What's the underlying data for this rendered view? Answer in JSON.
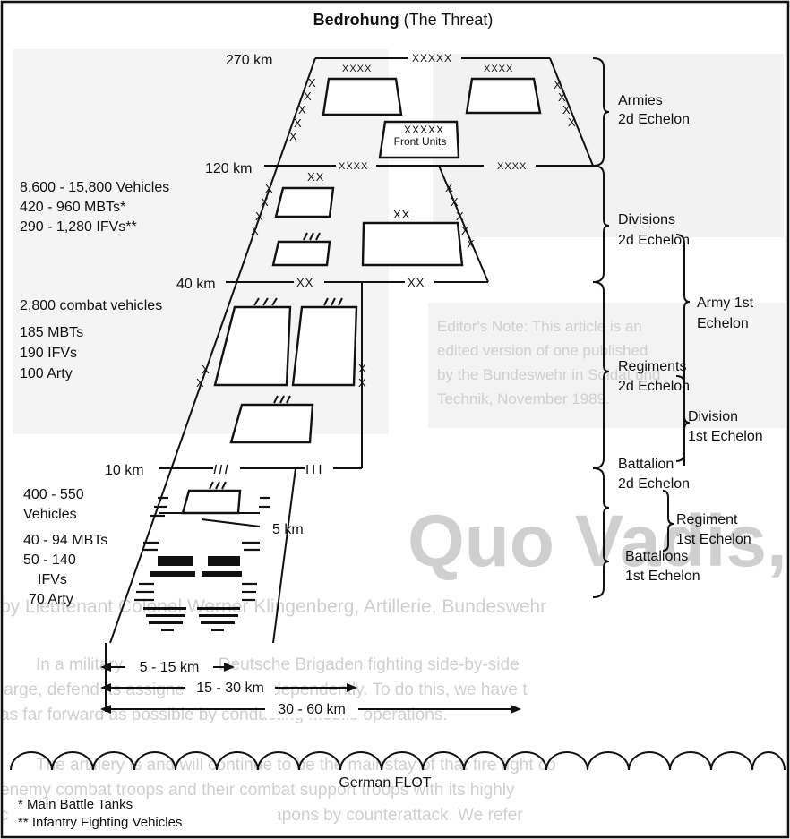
{
  "title_bold": "Bedrohung",
  "title_rest": " (The Threat)",
  "distances": {
    "d270": "270 km",
    "d120": "120 km",
    "d40": "40 km",
    "d10": "10 km",
    "d5": "5 km"
  },
  "echelon_marks": {
    "x4": "XXXX",
    "x5": "XXXXX",
    "x2": "XX",
    "x1": "X",
    "bars3": "III"
  },
  "front_units": "Front Units",
  "stats_group1": [
    "8,600 - 15,800 Vehicles",
    "420 - 960 MBTs*",
    "290 - 1,280 IFVs**"
  ],
  "stats_group2": [
    "2,800 combat vehicles",
    "185 MBTs",
    "190 IFVs",
    "100 Arty"
  ],
  "stats_group3": [
    "400 - 550",
    "Vehicles",
    "40 - 94 MBTs",
    "50 - 140",
    "IFVs",
    "70 Arty"
  ],
  "bracket_labels": [
    [
      "Armies",
      "2d Echelon"
    ],
    [
      "Divisions",
      "2d Echelon"
    ],
    [
      "Army 1st",
      "Echelon"
    ],
    [
      "Regiments",
      "2d Echelon"
    ],
    [
      "Division",
      "1st Echelon"
    ],
    [
      "Battalion",
      "2d Echelon"
    ],
    [
      "Regiment",
      "1st Echelon"
    ],
    [
      "Battalions",
      "1st Echelon"
    ]
  ],
  "widths": [
    "5 - 15 km",
    "15 - 30 km",
    "30 - 60 km"
  ],
  "flot_label": "German FLOT",
  "footnotes": [
    "* Main Battle Tanks",
    "** Infantry Fighting Vehicles"
  ],
  "background_text": {
    "note": [
      "Editor's Note: This article is an",
      "edited version of one published",
      "by the Bundeswehr in Soldat und",
      "Technik, November 1989."
    ],
    "headline": "Quo Vadis, Artillery?",
    "byline": "by Lieutenant Colonel Werner Klingenberg, Artillerie, Bundeswehr",
    "body": [
      "In a military conflict, the Deutsche Brigaden fighting side-by-side",
      "large, defend its assigned sectors independently. To do this, we have t",
      "as far forward as possible by conducting mobile operations.",
      "The artillery is and will continue to be the mainstay of that fire fight co",
      "enemy combat troops and their combat support troops with its highly",
      "cally superior enemy fire support weapons by counterattack. We refer"
    ]
  },
  "colors": {
    "ink": "#111111",
    "ghost": "#cfcfcf",
    "paper": "#ffffff"
  }
}
